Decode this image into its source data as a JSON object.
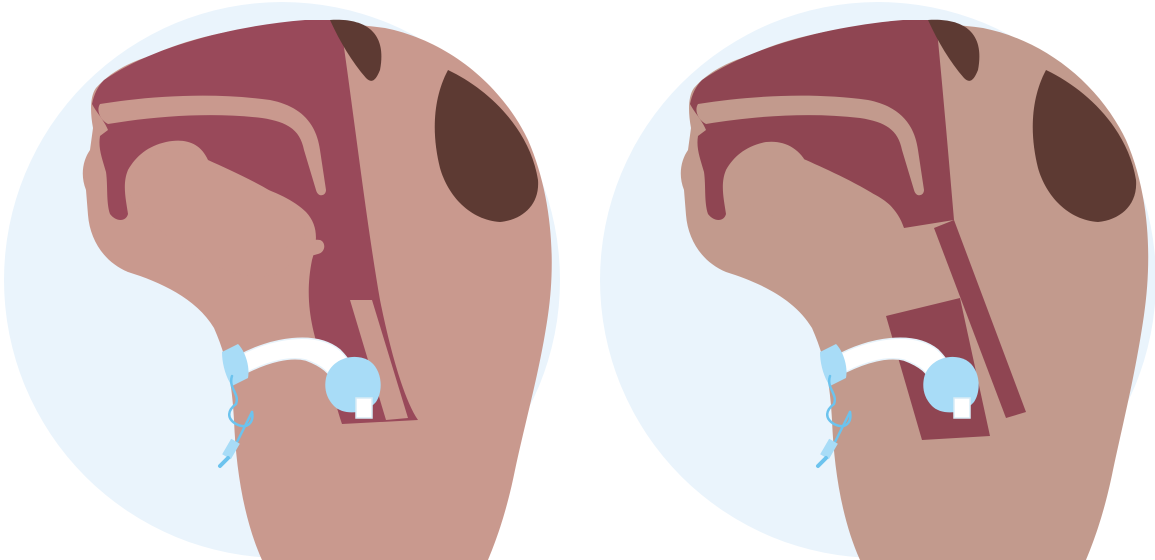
{
  "figure": {
    "panels": [
      {
        "id": "left",
        "airway": "open"
      },
      {
        "id": "right",
        "airway": "blocked"
      }
    ]
  },
  "colors": {
    "background_circle": "#eaf4fc",
    "skin": "#c9998e",
    "skin_right": "#c29a8d",
    "cavity": "#99495a",
    "cavity_right": "#8f4552",
    "hair": "#5d3a33",
    "tube": "#ffffff",
    "tube_accent": "#a8dcf7",
    "tube_line": "#6cc3ee"
  }
}
